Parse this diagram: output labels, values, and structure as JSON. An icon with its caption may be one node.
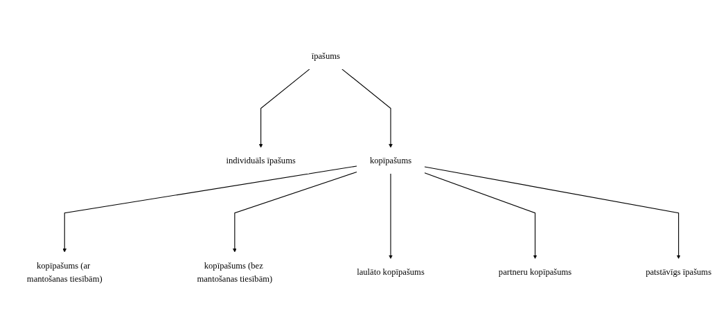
{
  "diagram": {
    "nodes": [
      {
        "text": [
          "īpašums"
        ]
      },
      {
        "text": [
          "individuāls īpašums"
        ]
      },
      {
        "text": [
          "kopīpašums"
        ]
      },
      {
        "text": [
          "kopīpašums (ar mantošanas tiesībām)"
        ]
      },
      {
        "text": [
          "kopīpašums (bez mantošanas tiesībām)"
        ]
      },
      {
        "text": [
          "laulāto kopīpašums"
        ]
      },
      {
        "text": [
          "partneru kopīpašums"
        ]
      },
      {
        "text": [
          "patstāvīgs īpašums"
        ]
      }
    ],
    "edges": [
      {
        "from": 0,
        "to": 1,
        "arrow": "to"
      },
      {
        "from": 0,
        "to": 2,
        "arrow": "to"
      },
      {
        "from": 2,
        "to": 3,
        "arrow": "to"
      },
      {
        "from": 2,
        "to": 4,
        "arrow": "to"
      },
      {
        "from": 2,
        "to": 5,
        "arrow": "to"
      },
      {
        "from": 2,
        "to": 6,
        "arrow": "to"
      },
      {
        "from": 2,
        "to": 7,
        "arrow": "to"
      }
    ]
  }
}
